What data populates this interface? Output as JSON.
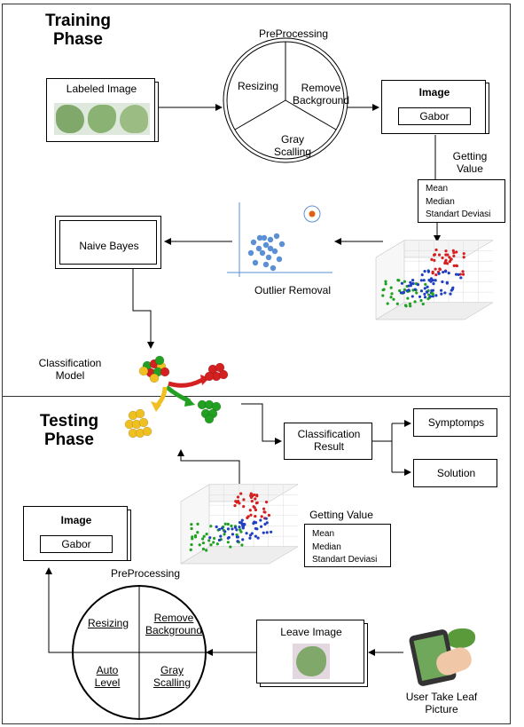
{
  "training": {
    "title_line1": "Training",
    "title_line2": "Phase",
    "labeled_image": "Labeled  Image",
    "preprocessing": "PreProcessing",
    "resizing": "Resizing",
    "remove_background_line1": "Remove",
    "remove_background_line2": "Background",
    "gray_line1": "Gray",
    "gray_line2": "Scalling",
    "image_title": "Image",
    "gabor": "Gabor",
    "getting_value_line1": "Getting",
    "getting_value_line2": "Value",
    "mean": "Mean",
    "median": "Median",
    "std": "Standart Deviasi",
    "naive_bayes": "Naive  Bayes",
    "outlier_removal": "Outlier  Removal",
    "classification_line1": "Classification",
    "classification_line2": "Model"
  },
  "testing": {
    "title_line1": "Testing",
    "title_line2": "Phase",
    "classification_result_line1": "Classification",
    "classification_result_line2": "Result",
    "symptoms": "Symptomps",
    "solution": "Solution",
    "getting_value": "Getting  Value",
    "mean": "Mean",
    "median": "Median",
    "std": "Standart Deviasi",
    "image_title": "Image",
    "gabor": "Gabor",
    "preprocessing": "PreProcessing",
    "resizing": "Resizing",
    "remove_background_line1": "Remove",
    "remove_background_line2": "Background",
    "auto_level_line1": "Auto",
    "auto_level_line2": "Level",
    "gray_line1": "Gray",
    "gray_line2": "Scalling",
    "leave_image": "Leave  Image",
    "user_line1": "User  Take  Leaf",
    "user_line2": "Picture"
  },
  "colors": {
    "leaf_green": "#7fa86a",
    "red": "#d42020",
    "green": "#22a022",
    "blue": "#2040c0",
    "yellow": "#f0c020",
    "scatter_blue": "#5b8fd6",
    "outlier_orange": "#e06010"
  }
}
